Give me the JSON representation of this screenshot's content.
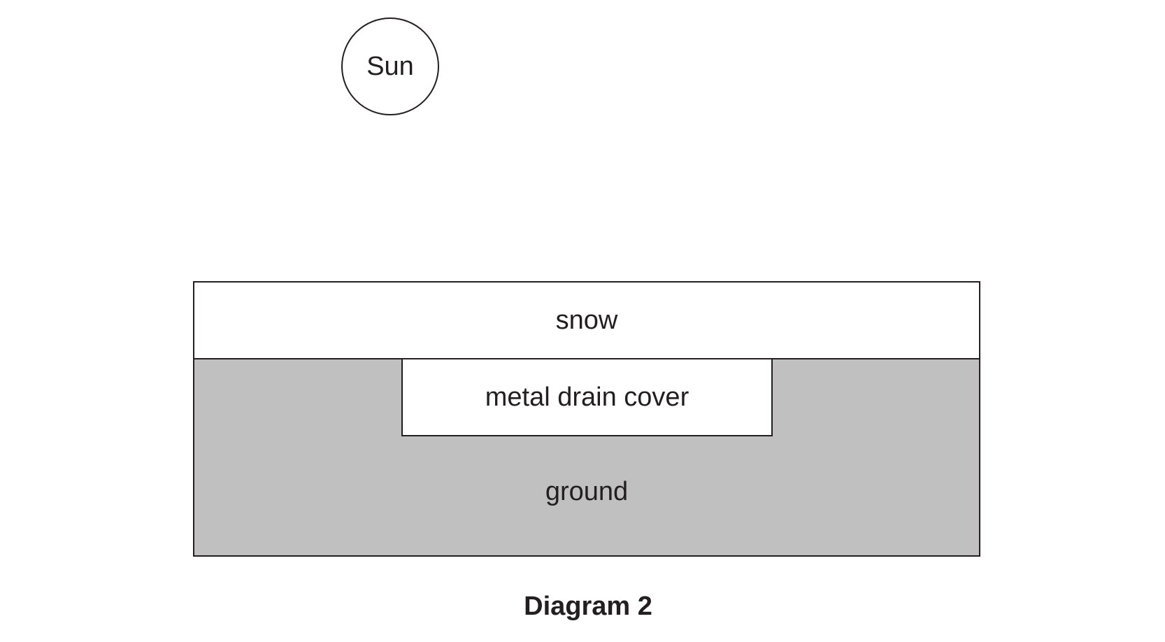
{
  "sun": {
    "label": "Sun"
  },
  "layers": {
    "snow": "snow",
    "cover": "metal drain cover",
    "ground": "ground"
  },
  "caption": "Diagram 2",
  "colors": {
    "outline": "#231f20",
    "ground_fill": "#c0c0c0",
    "snow_fill": "#ffffff",
    "cover_fill": "#ffffff"
  }
}
